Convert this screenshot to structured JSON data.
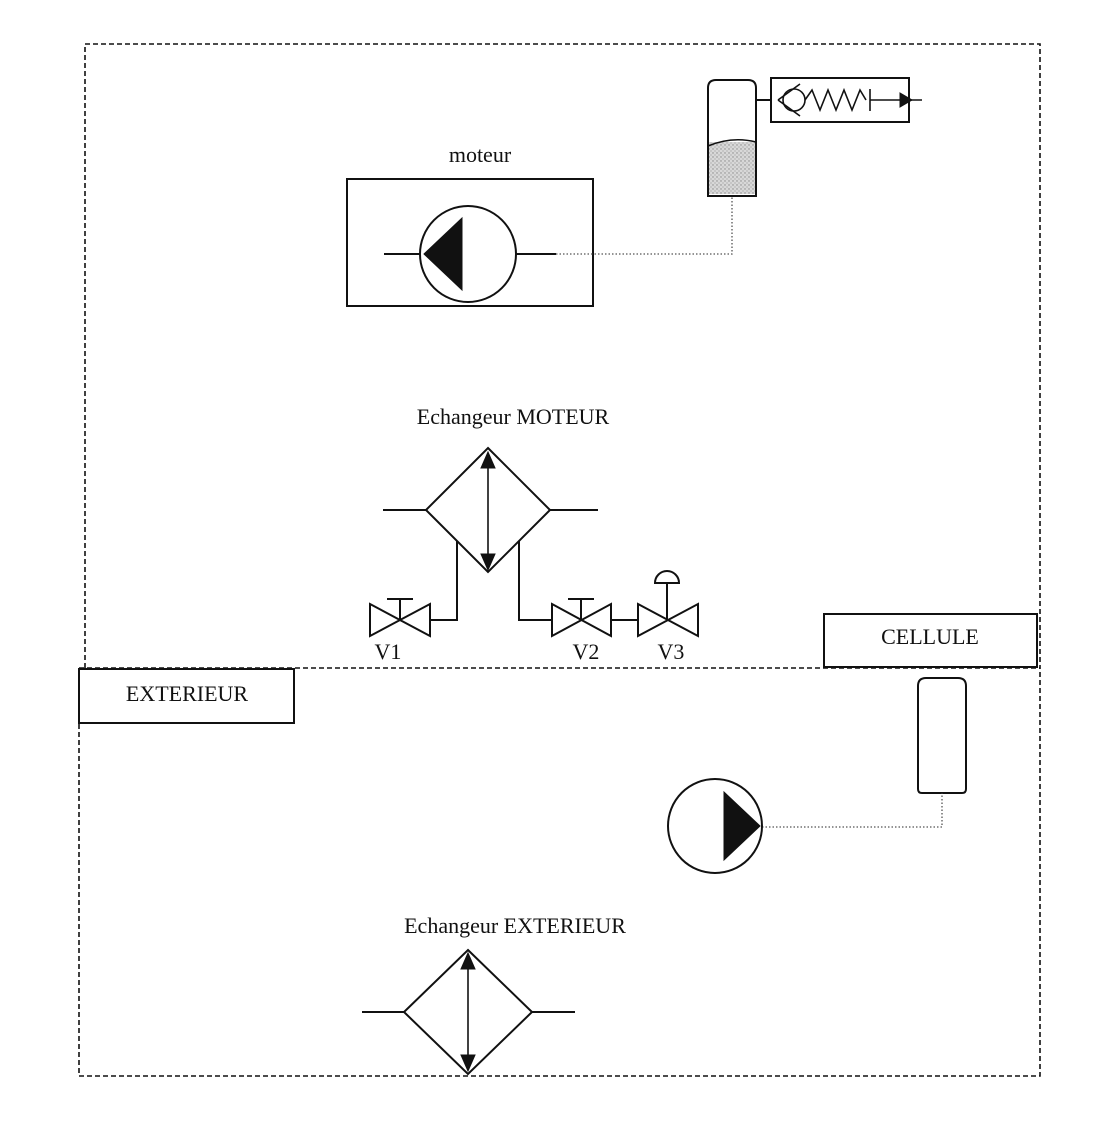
{
  "diagram": {
    "labels": {
      "moteur": "moteur",
      "echangeur_moteur": "Echangeur MOTEUR",
      "v1": "V1",
      "v2": "V2",
      "v3": "V3",
      "cellule": "CELLULE",
      "exterieur": "EXTERIEUR",
      "echangeur_exterieur": "Echangeur EXTERIEUR"
    },
    "colors": {
      "line": "#111111",
      "reservoir_fill": "#bdbdbd",
      "background": "#ffffff"
    }
  }
}
